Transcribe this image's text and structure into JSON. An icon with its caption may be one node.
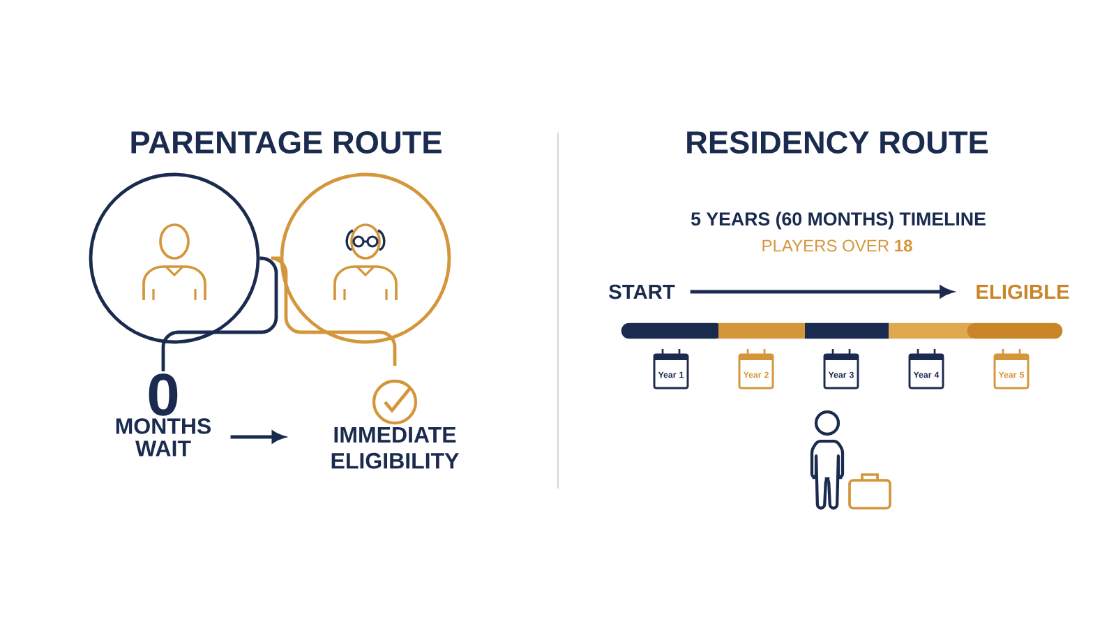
{
  "diagram": {
    "nodes": [
      {
        "text": [],
        "shape": "circle"
      },
      {
        "text": [],
        "shape": "circle"
      },
      {
        "text": [
          "0",
          "MONTHS WAIT"
        ]
      },
      {
        "text": [
          "IMMEDIATE ELIGIBILITY"
        ]
      },
      {
        "text": [
          "START"
        ]
      },
      {
        "text": [
          "ELIGIBLE"
        ]
      }
    ],
    "edges": [
      {
        "from": 0,
        "to": 2,
        "arrow": "none"
      },
      {
        "from": 1,
        "to": 3,
        "arrow": "none",
        "color": "#d4963b"
      },
      {
        "from": 2,
        "to": 3,
        "arrow": "to"
      },
      {
        "from": 4,
        "to": 5,
        "arrow": "to"
      }
    ],
    "labels": [
      "PARENTAGE ROUTE",
      "RESIDENCY ROUTE",
      "5 YEARS (60 MONTHS) TIMELINE",
      "PLAYERS OVER **18**",
      "Year 1",
      "Year 2",
      "Year 3",
      "Year 4",
      "Year 5"
    ]
  }
}
